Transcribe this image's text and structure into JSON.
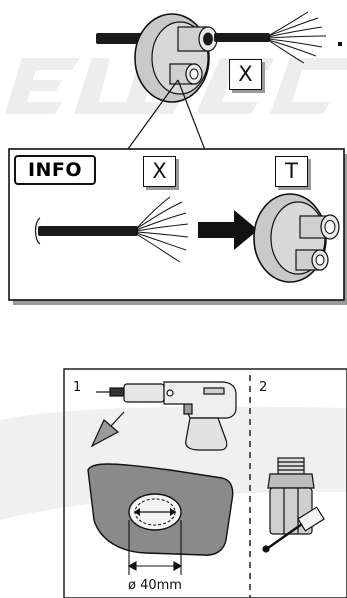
{
  "top": {
    "label_x": "X",
    "watermark": "ELEC"
  },
  "info_panel": {
    "badge": "INFO",
    "label_x": "X",
    "label_t": "T"
  },
  "steps": {
    "step1_number": "1",
    "step2_number": "2",
    "diameter_label": "ø 40mm"
  }
}
